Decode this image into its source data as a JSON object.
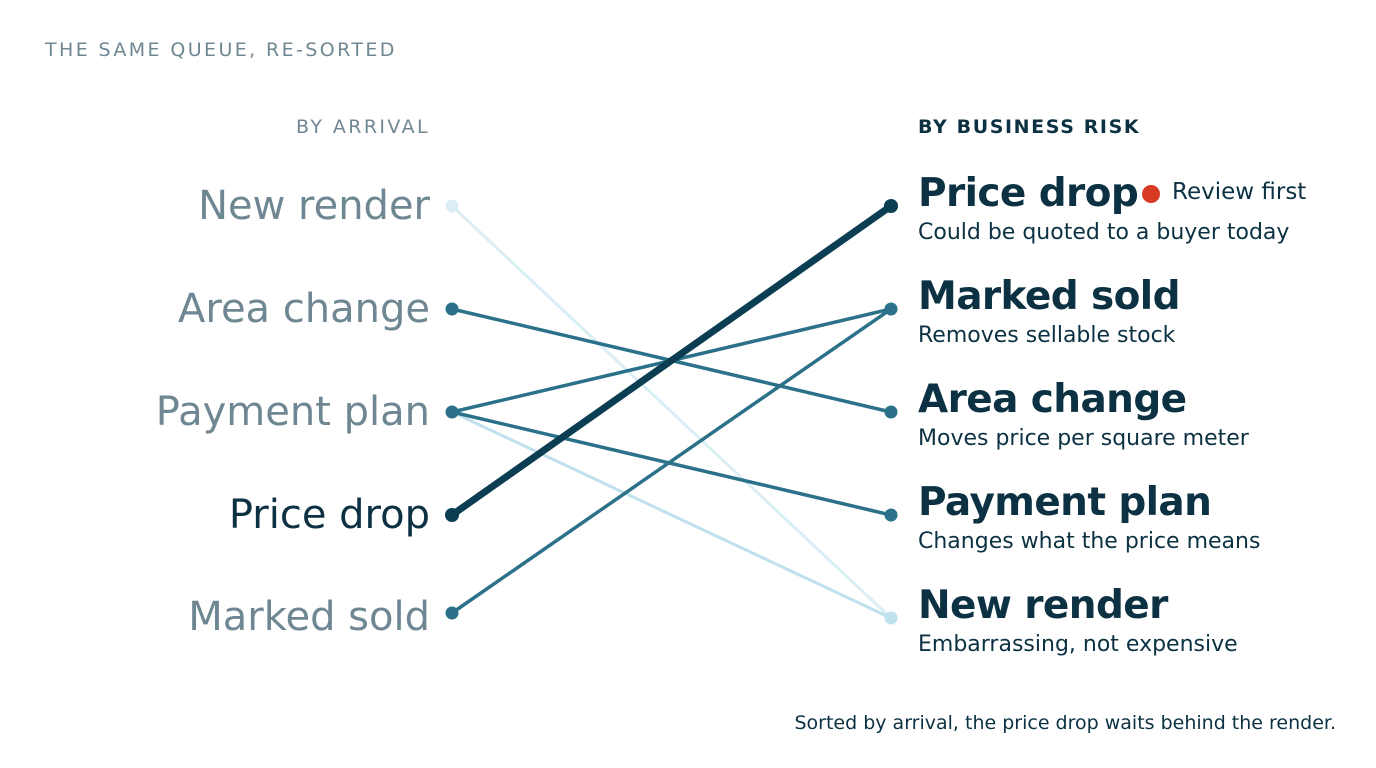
{
  "kicker": "THE SAME QUEUE, RE-SORTED",
  "left_heading": "BY ARRIVAL",
  "right_heading": "BY BUSINESS RISK",
  "left_items": [
    "New render",
    "Area change",
    "Payment plan",
    "Price drop",
    "Marked sold"
  ],
  "right_items": [
    {
      "title": "Price drop",
      "desc": "Could be quoted to a buyer today"
    },
    {
      "title": "Marked sold",
      "desc": "Removes sellable stock"
    },
    {
      "title": "Area change",
      "desc": "Moves price per square meter"
    },
    {
      "title": "Payment plan",
      "desc": "Changes what the price means"
    },
    {
      "title": "New render",
      "desc": "Embarrassing, not expensive"
    }
  ],
  "badge": {
    "label": "Review first",
    "color": "#d63a22"
  },
  "footnote": "Sorted by arrival, the price drop waits behind the render.",
  "connections": [
    {
      "from": 0,
      "to": 4,
      "style": "faint"
    },
    {
      "from": 1,
      "to": 2,
      "style": "medium"
    },
    {
      "from": 2,
      "to": 1,
      "style": "medium"
    },
    {
      "from": 2,
      "to": 3,
      "style": "medium"
    },
    {
      "from": 2,
      "to": 4,
      "style": "light"
    },
    {
      "from": 3,
      "to": 0,
      "style": "strong"
    },
    {
      "from": 4,
      "to": 1,
      "style": "medium"
    }
  ],
  "colors": {
    "strong": "#0b3e52",
    "medium": "#2b7189",
    "light": "#bfe1ee",
    "faint": "#dbeef6",
    "muted_text": "#6f8793",
    "dark_text": "#0b3142"
  }
}
